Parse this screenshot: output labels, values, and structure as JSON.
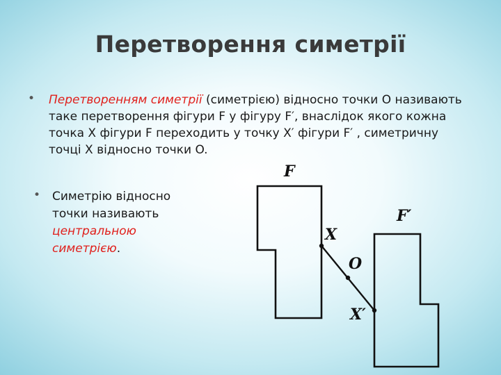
{
  "title": "Перетворення симетрії",
  "para1": {
    "term": "Перетворенням симетрії",
    "rest": " (симетрією) відносно точки O називають таке перетворення фігури F у фігуру F′, внаслідок якого кожна точка X фігури F переходить у точку X′  фігури F′ , симетричну точці X відносно точки O."
  },
  "para2": {
    "lead": "Симетрію відносно точки називають ",
    "term": "центральною симетрією",
    "end": "."
  },
  "figure": {
    "label_F": "F",
    "label_F_prime": "F′",
    "label_X": "X",
    "label_O": "O",
    "label_X_prime": "X′"
  },
  "colors": {
    "accent": "#e0201c",
    "title": "#3a3a3a"
  }
}
